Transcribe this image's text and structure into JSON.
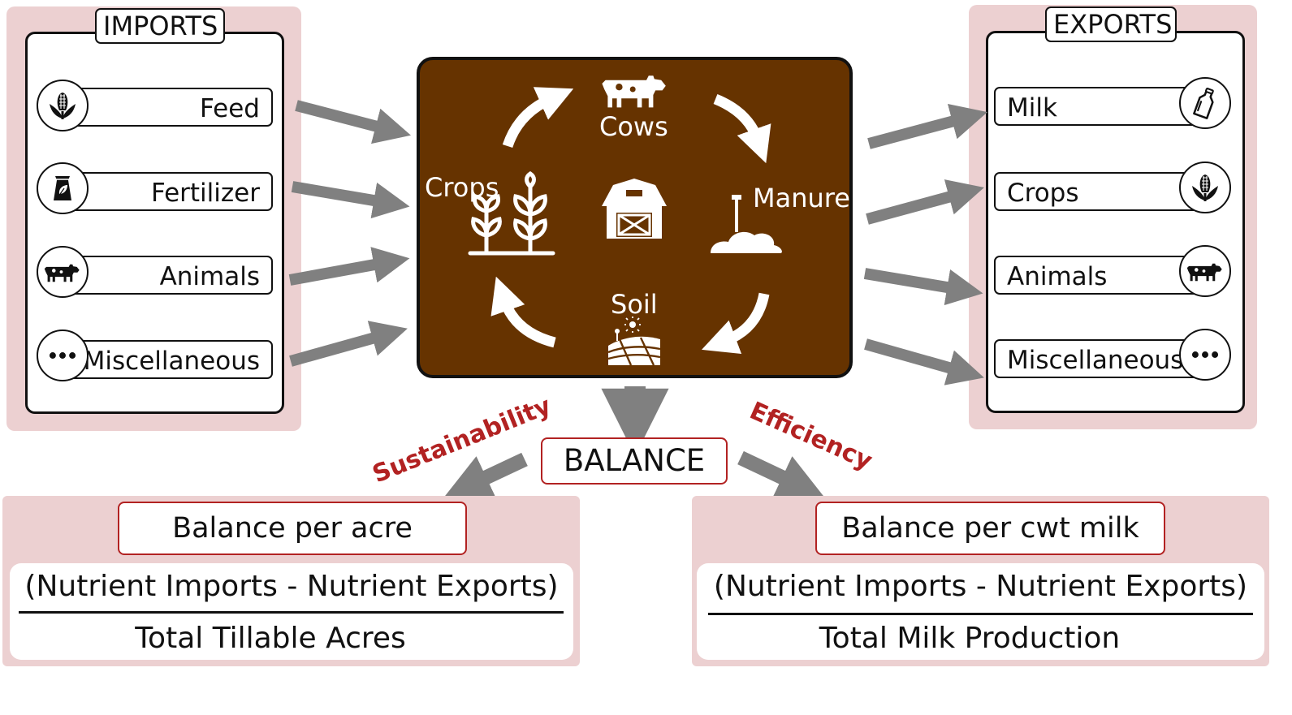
{
  "imports": {
    "title": "IMPORTS",
    "items": [
      {
        "label": "Feed",
        "icon": "corn-icon"
      },
      {
        "label": "Fertilizer",
        "icon": "fertilizer-bag-icon"
      },
      {
        "label": "Animals",
        "icon": "cow-icon"
      },
      {
        "label": "Miscellaneous",
        "icon": "ellipsis-icon"
      }
    ]
  },
  "exports": {
    "title": "EXPORTS",
    "items": [
      {
        "label": "Milk",
        "icon": "milk-bottle-icon"
      },
      {
        "label": "Crops",
        "icon": "corn-icon"
      },
      {
        "label": "Animals",
        "icon": "cow-icon"
      },
      {
        "label": "Miscellaneous",
        "icon": "ellipsis-icon"
      }
    ]
  },
  "cycle": {
    "cows": "Cows",
    "manure": "Manure",
    "soil": "Soil",
    "crops": "Crops"
  },
  "balance": {
    "label": "BALANCE",
    "left_arrow_label": "Sustainability",
    "right_arrow_label": "Efficiency"
  },
  "left_result": {
    "title": "Balance per acre",
    "numerator": "(Nutrient Imports  -  Nutrient Exports)",
    "denominator": "Total Tillable Acres"
  },
  "right_result": {
    "title": "Balance per cwt milk",
    "numerator": "(Nutrient Imports  -  Nutrient Exports)",
    "denominator": "Total Milk Production"
  },
  "colors": {
    "panel_pink": "#ecd0d1",
    "center_brown": "#663300",
    "accent_red": "#b22222",
    "arrow_gray": "#808080"
  }
}
